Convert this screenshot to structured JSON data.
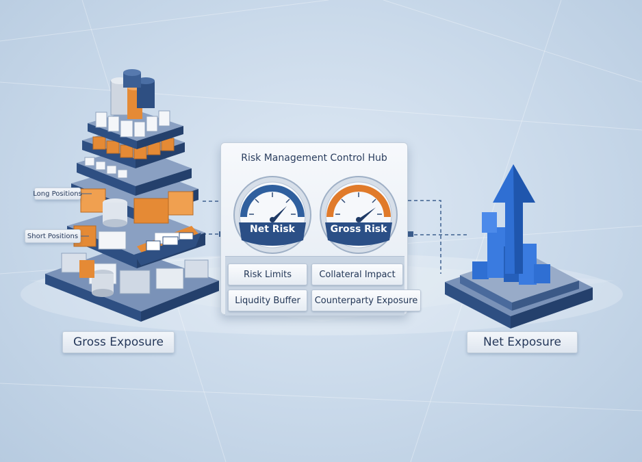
{
  "hub": {
    "title": "Risk Management Control Hub",
    "gauges": [
      {
        "label": "Net Risk",
        "color": "#2f5f9e"
      },
      {
        "label": "Gross Risk",
        "color": "#e07a2a"
      }
    ],
    "buttons": [
      {
        "label": "Risk Limits"
      },
      {
        "label": "Collateral Impact"
      },
      {
        "label": "Liqudity Buffer"
      },
      {
        "label": "Counterparty Exposure"
      }
    ]
  },
  "left": {
    "title": "Gross Exposure",
    "callouts": [
      {
        "label": "Long Positions"
      },
      {
        "label": "Short Positions"
      }
    ]
  },
  "right": {
    "title": "Net Exposure"
  },
  "colors": {
    "navy": "#2e4f82",
    "orange": "#e58a35",
    "arrow_blue": "#2f6fd3"
  }
}
